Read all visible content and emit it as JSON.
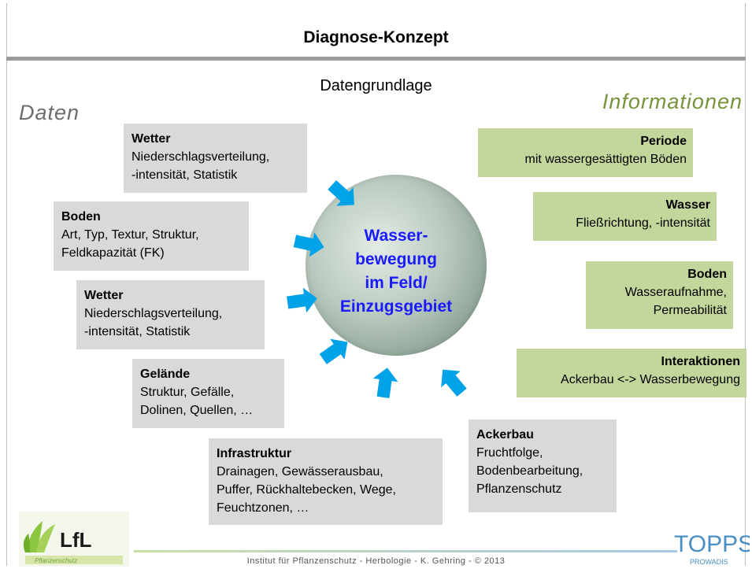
{
  "title": "Diagnose-Konzept",
  "subtitle": "Datengrundlage",
  "left_label": "Daten",
  "right_label": "Informationen",
  "center": [
    "Wasser-",
    "bewegung",
    "im Feld/",
    "Einzugsgebiet"
  ],
  "data_boxes": [
    {
      "heading": "Wetter",
      "lines": [
        "Niederschlagsverteilung,",
        "-intensität, Statistik"
      ]
    },
    {
      "heading": "Boden",
      "lines": [
        "Art, Typ, Textur, Struktur,",
        "Feldkapazität (FK)"
      ]
    },
    {
      "heading": "Wetter",
      "lines": [
        "Niederschlagsverteilung,",
        "-intensität, Statistik"
      ]
    },
    {
      "heading": "Gelände",
      "lines": [
        "Struktur, Gefälle,",
        "Dolinen, Quellen, …"
      ]
    },
    {
      "heading": "Infrastruktur",
      "lines": [
        "Drainagen, Gewässerausbau,",
        "Puffer, Rückhaltebecken, Wege,",
        "Feuchtzonen, …"
      ]
    },
    {
      "heading": "Ackerbau",
      "lines": [
        "Fruchtfolge,",
        "Bodenbearbeitung,",
        "Pflanzenschutz"
      ]
    }
  ],
  "info_boxes": [
    {
      "heading": "Periode",
      "lines": [
        "mit wassergesättigten Böden"
      ]
    },
    {
      "heading": "Wasser",
      "lines": [
        "Fließrichtung, -intensität"
      ]
    },
    {
      "heading": "Boden",
      "lines": [
        "Wasseraufnahme,",
        "Permeabilität"
      ]
    },
    {
      "heading": "Interaktionen",
      "lines": [
        "Ackerbau <-> Wasserbewegung"
      ]
    }
  ],
  "footer": "Institut für Pflanzenschutz  -  Herbologie  -  K. Gehring  -  © 2013",
  "logos": {
    "lfl_text": "LfL",
    "lfl_sub": "Pflanzenschutz",
    "topps_text": "TOPPS",
    "topps_sub": "PROWADIS"
  },
  "colors": {
    "gray_box": "#d9d9d9",
    "green_box": "#c3d69b",
    "arrow": "#00a2e8",
    "center_text": "#1a1aff",
    "informationen": "#77933c"
  }
}
